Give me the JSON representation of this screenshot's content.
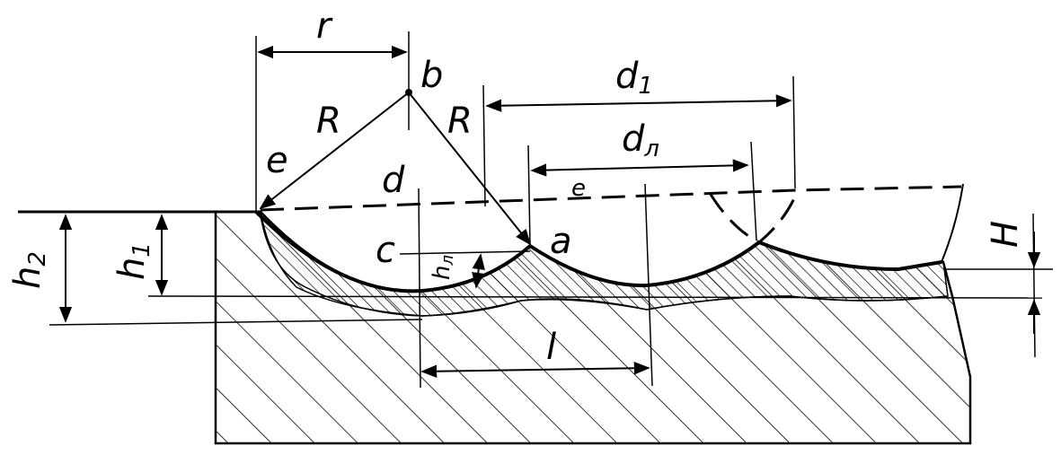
{
  "diagram": {
    "labels": {
      "r": "r",
      "b": "b",
      "R_left": "R",
      "R_right": "R",
      "d1": "d",
      "d1_sub": "1",
      "e_left": "e",
      "d_point": "d",
      "dl": "d",
      "dl_sub": "л",
      "e_mid": "e",
      "c": "c",
      "a": "a",
      "hl": "h",
      "hl_sub": "л",
      "h1": "h",
      "h1_sub": "1",
      "h2": "h",
      "h2_sub": "2",
      "H": "H",
      "l": "l"
    },
    "colors": {
      "ink": "#000000",
      "paper": "#ffffff"
    }
  }
}
